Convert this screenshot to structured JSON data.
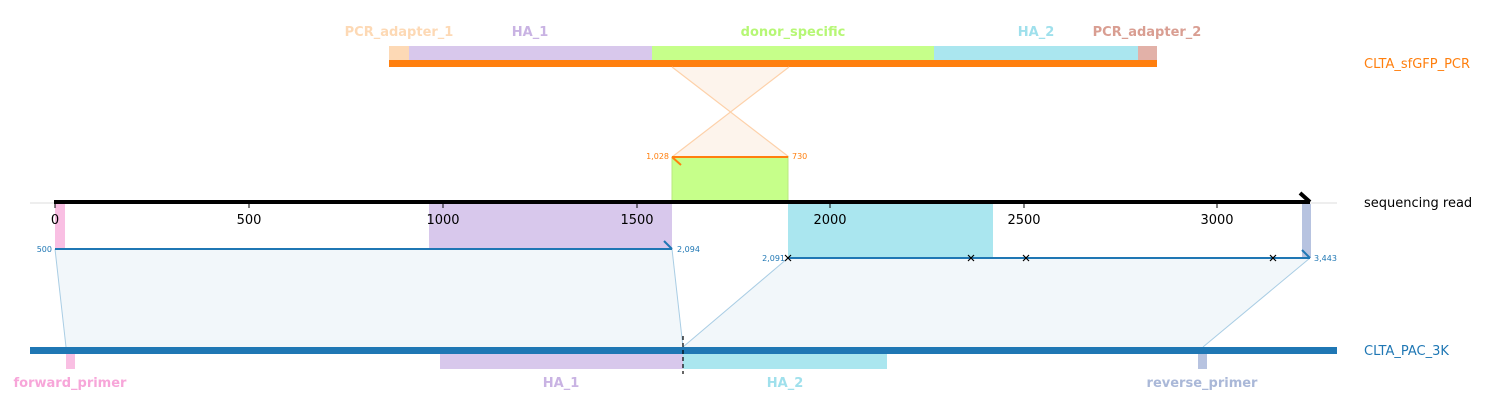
{
  "pcr_product": {
    "name": "CLTA_sfGFP_PCR",
    "color": "#ff7f0e",
    "features": [
      {
        "label": "PCR_adapter_1",
        "color": "#fdd9b5"
      },
      {
        "label": "HA_1",
        "color": "#c9b3e3"
      },
      {
        "label": "donor_specific",
        "color": "#b6f775"
      },
      {
        "label": "HA_2",
        "color": "#9fe0ec"
      },
      {
        "label": "PCR_adapter_2",
        "color": "#d99e92"
      }
    ],
    "alignment_positions": [
      "1,028",
      "730"
    ]
  },
  "read": {
    "name": "sequencing read",
    "axis_ticks": [
      "0",
      "500",
      "1000",
      "1500",
      "2000",
      "2500",
      "3000"
    ],
    "alignments": [
      {
        "start_label": "500",
        "end_label": "2,094",
        "color": "#1f77b4"
      },
      {
        "start_label": "2,091",
        "end_label": "3,443",
        "color": "#1f77b4"
      }
    ]
  },
  "reference": {
    "name": "CLTA_PAC_3K",
    "color": "#1f77b4",
    "features": [
      {
        "label": "forward_primer",
        "color": "#f7a6d9"
      },
      {
        "label": "HA_1",
        "color": "#c9b3e3"
      },
      {
        "label": "HA_2",
        "color": "#9fe0ec"
      },
      {
        "label": "reverse_primer",
        "color": "#aab8d8"
      }
    ]
  },
  "colors": {
    "donor_fill": "#b6f775",
    "highlight_fill": "#f2f7fa",
    "pcr_highlight_fill": "#fdf4ec"
  }
}
